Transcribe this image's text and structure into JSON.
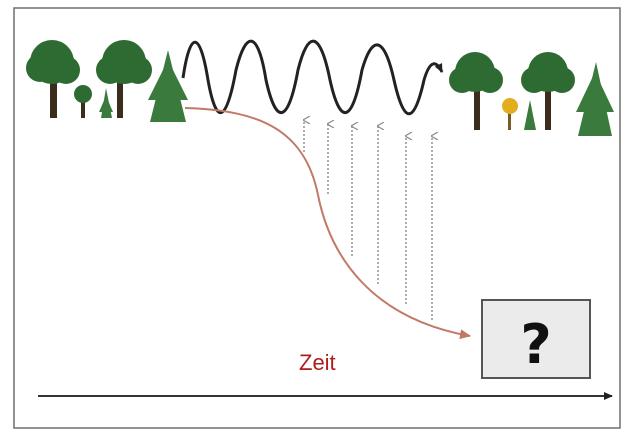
{
  "diagram": {
    "time_axis_label": "Zeit",
    "unknown_state_symbol": "?",
    "colors": {
      "tree_green": "#2e6b32",
      "tree_trunk": "#3b2c1c",
      "fir_green": "#3a7a3d",
      "yellow_tree": "#e3ad1e",
      "trajectory": "#c27a68",
      "oscillation": "#222222",
      "arrow_gray": "#9a9a9a",
      "box_fill": "#ebebeb",
      "axis": "#333333",
      "label_red": "#b01d1d"
    },
    "icons": {
      "forest_left": "forest-cluster",
      "forest_right": "forest-cluster-with-yellow-tree",
      "unknown_box": "question-mark-box"
    }
  }
}
